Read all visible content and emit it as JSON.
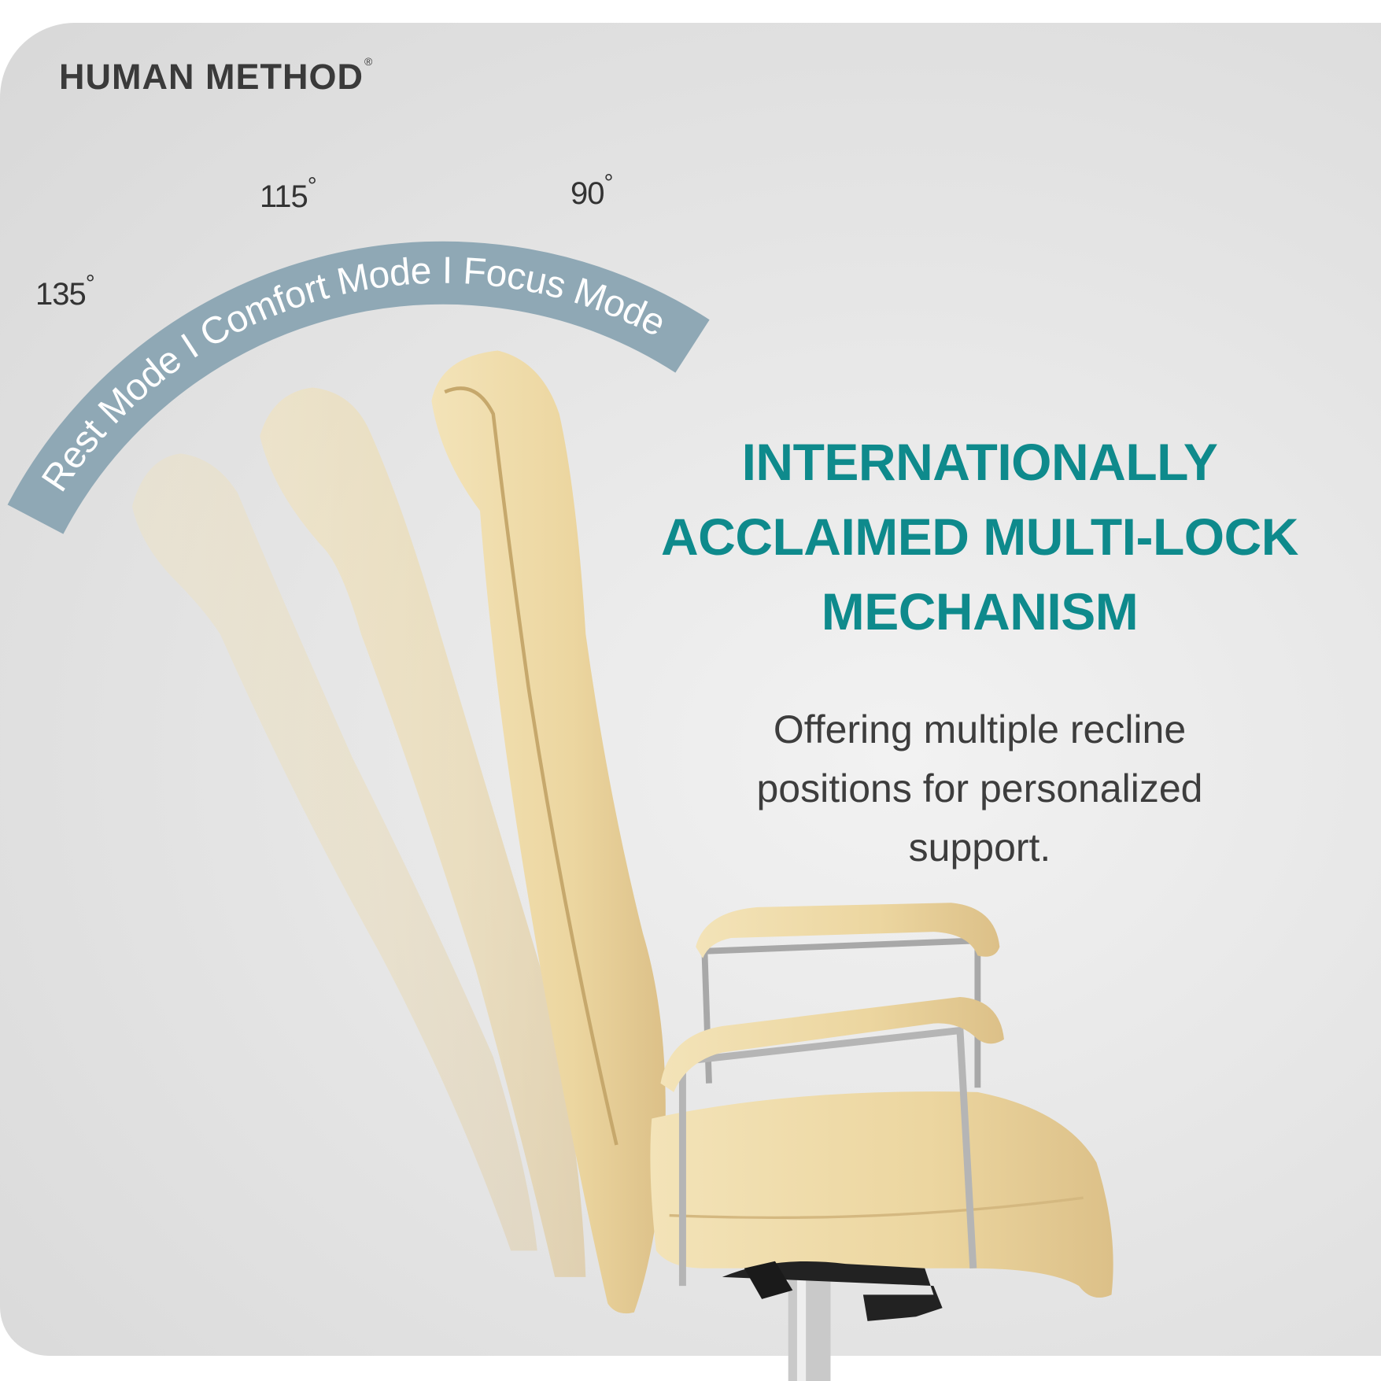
{
  "brand": {
    "name": "HUMAN METHOD",
    "registered_mark": "®"
  },
  "angles": [
    {
      "value": "135",
      "unit": "°"
    },
    {
      "value": "115",
      "unit": "°"
    },
    {
      "value": "90",
      "unit": "°"
    }
  ],
  "modes_arc": {
    "text": "Rest Mode I Comfort Mode I Focus Mode",
    "color": "#8fa8b5"
  },
  "headline": {
    "lines": [
      "INTERNATIONALLY",
      "ACCLAIMED MULTI-LOCK",
      "MECHANISM"
    ],
    "color": "#0e8a8c"
  },
  "description": {
    "lines": [
      "Offering multiple recline",
      "positions for personalized",
      "support."
    ]
  },
  "colors": {
    "background": "#e4e4e4",
    "chair": "#ecd9a8",
    "text_dark": "#3a3a3a"
  }
}
